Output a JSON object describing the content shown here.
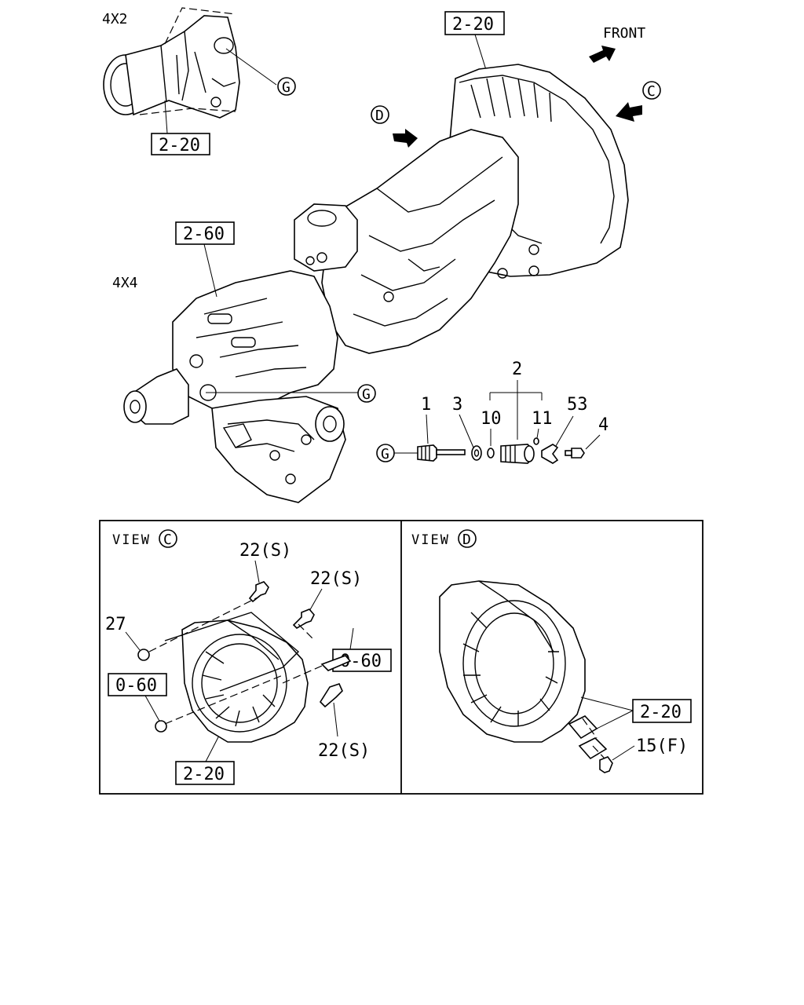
{
  "labels": {
    "variant_4x2": "4X2",
    "variant_4x4": "4X4",
    "front": "FRONT",
    "ref_2_20": "2-20",
    "ref_2_60": "2-60",
    "ref_0_60": "0-60",
    "callout_g": "G",
    "callout_c": "C",
    "callout_d": "D"
  },
  "parts": {
    "p1": "1",
    "p2": "2",
    "p3": "3",
    "p4": "4",
    "p10": "10",
    "p11": "11",
    "p53": "53",
    "p22s": "22(S)",
    "p27": "27",
    "p15f": "15(F)"
  },
  "views": {
    "view_label": "VIEW",
    "view_c_callout": "C",
    "view_d_callout": "D"
  }
}
